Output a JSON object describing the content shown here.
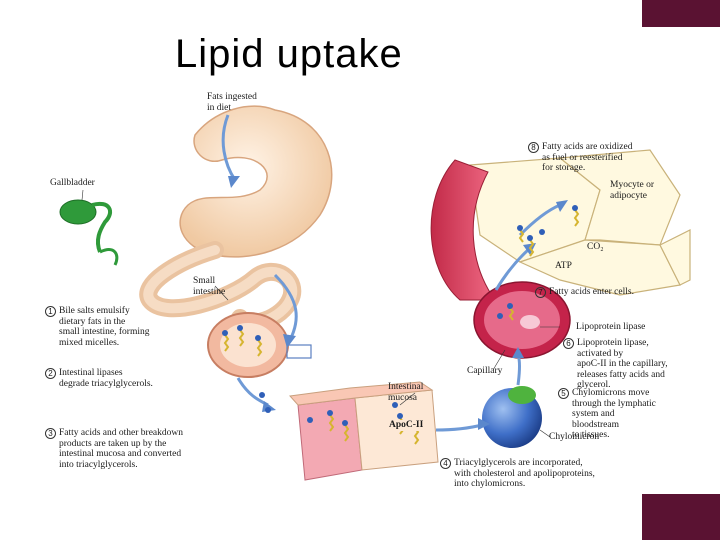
{
  "title": "Lipid uptake",
  "labels": {
    "fats_ingested": "Fats ingested\nin diet",
    "gallbladder": "Gallbladder",
    "small_intestine": "Small\nintestine",
    "intestinal_mucosa": "Intestinal\nmucosa",
    "apoc": "ApoC-II",
    "capillary": "Capillary",
    "chylomicron": "Chylomicron",
    "lipoprotein_lipase": "Lipoprotein lipase",
    "myocyte": "Myocyte or\nadipocyte",
    "co2": "CO₂",
    "atp": "ATP"
  },
  "steps": [
    {
      "n": "1",
      "text": "Bile salts emulsify\ndietary fats in the\nsmall intestine, forming\nmixed micelles."
    },
    {
      "n": "2",
      "text": "Intestinal lipases\ndegrade triacylglycerols."
    },
    {
      "n": "3",
      "text": "Fatty acids and other breakdown\nproducts are taken up by the\nintestinal mucosa and converted\ninto triacylglycerols."
    },
    {
      "n": "4",
      "text": "Triacylglycerols are incorporated,\nwith cholesterol and apolipoproteins,\ninto chylomicrons."
    },
    {
      "n": "5",
      "text": "Chylomicrons move\nthrough the lymphatic\nsystem and\nbloodstream\nto tissues."
    },
    {
      "n": "6",
      "text": "Lipoprotein lipase,\nactivated by\napoC-II in the capillary,\nreleases fatty acids and\nglycerol."
    },
    {
      "n": "7",
      "text": "Fatty acids enter cells."
    },
    {
      "n": "8",
      "text": "Fatty acids are oxidized\nas fuel or reesterified\nfor storage."
    }
  ]
}
